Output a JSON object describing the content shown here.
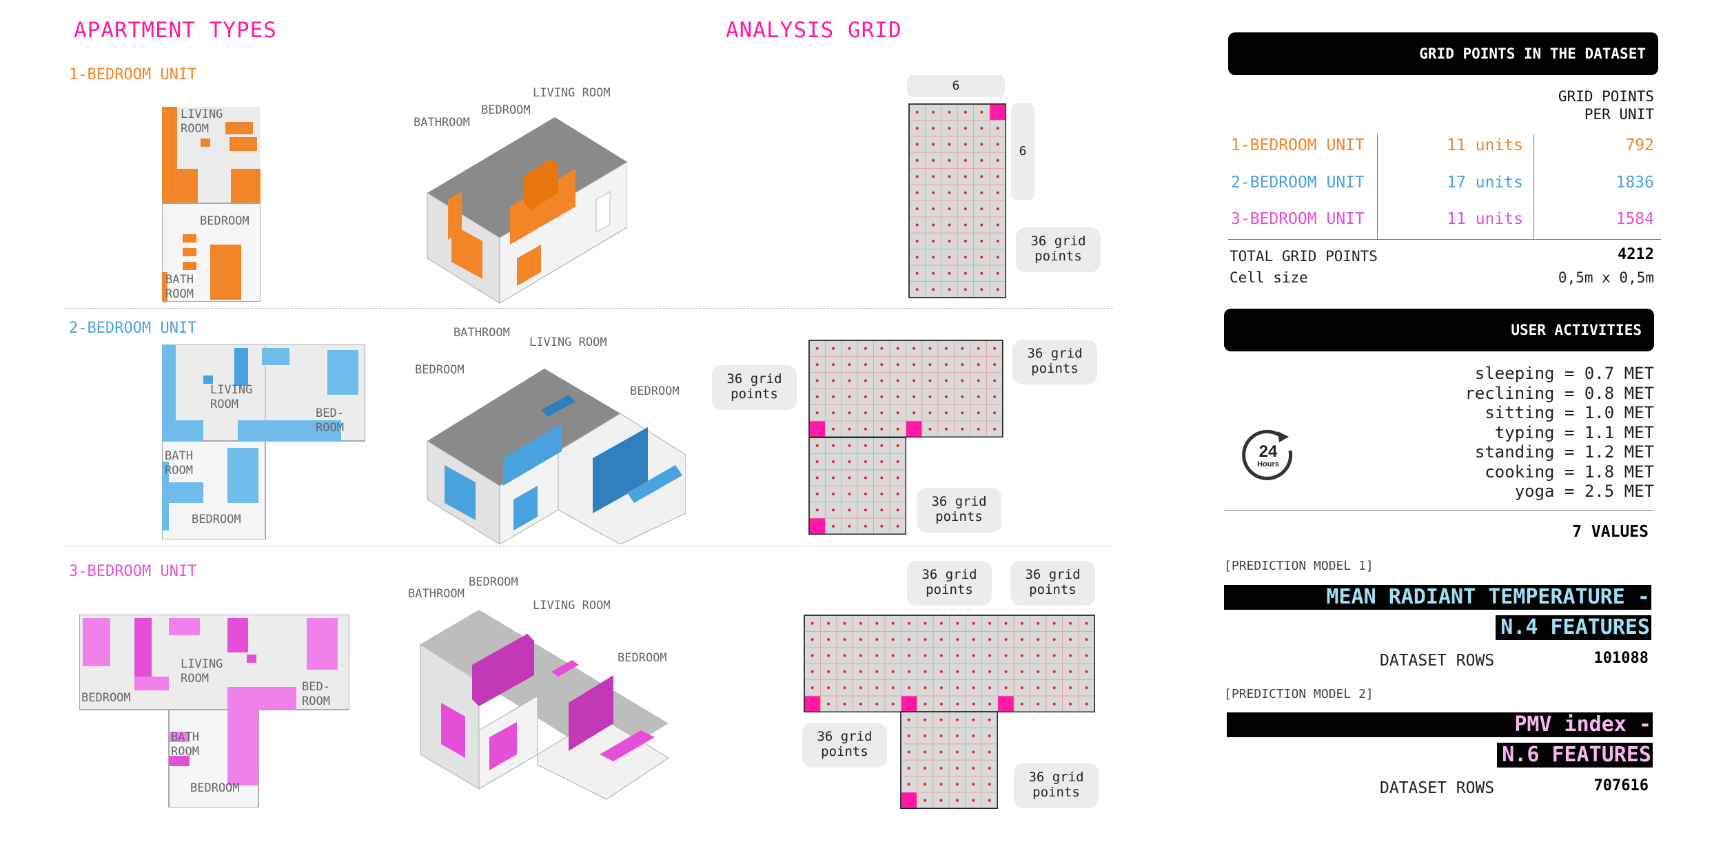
{
  "left": {
    "apartment_title": "APARTMENT TYPES",
    "grid_title": "ANALYSIS GRID",
    "unit1": {
      "title": "1-BEDROOM UNIT",
      "color": "#f28527",
      "plan_labels": [
        "LIVING\nROOM",
        "BEDROOM",
        "BATH\nROOM"
      ],
      "iso_labels": [
        "BATHROOM",
        "BEDROOM",
        "LIVING ROOM"
      ],
      "grid_col_count": "6",
      "grid_row_count": "6",
      "grid_note": "36 grid\npoints"
    },
    "unit2": {
      "title": "2-BEDROOM UNIT",
      "color": "#4aa3df",
      "plan_labels": [
        "LIVING\nROOM",
        "BED-\nROOM",
        "BATH\nROOM",
        "BEDROOM"
      ],
      "iso_labels": [
        "BATHROOM",
        "LIVING ROOM",
        "BEDROOM",
        "BEDROOM"
      ],
      "grid_notes": [
        "36 grid\npoints",
        "36 grid\npoints",
        "36 grid\npoints"
      ]
    },
    "unit3": {
      "title": "3-BEDROOM UNIT",
      "color": "#e54fd8",
      "plan_labels": [
        "LIVING\nROOM",
        "BEDROOM",
        "BED-\nROOM",
        "BATH\nROOM",
        "BEDROOM"
      ],
      "iso_labels": [
        "BEDROOM",
        "BATHROOM",
        "LIVING ROOM",
        "BEDROOM"
      ],
      "grid_notes": [
        "36 grid\npoints",
        "36 grid\npoints",
        "36 grid\npoints",
        "36 grid\npoints"
      ]
    }
  },
  "dataset": {
    "bar_title": "GRID POINTS IN THE DATASET",
    "col_header": "GRID POINTS\nPER UNIT",
    "rows": [
      {
        "name": "1-BEDROOM UNIT",
        "units": "11 units",
        "points": "792",
        "color": "#f28527"
      },
      {
        "name": "2-BEDROOM UNIT",
        "units": "17 units",
        "points": "1836",
        "color": "#4aa3df"
      },
      {
        "name": "3-BEDROOM UNIT",
        "units": "11 units",
        "points": "1584",
        "color": "#e54fd8"
      }
    ],
    "total_label": "TOTAL GRID POINTS",
    "total_value": "4212",
    "cell_label": "Cell size",
    "cell_value": "0,5m x 0,5m"
  },
  "activities": {
    "bar_title": "USER ACTIVITIES",
    "icon_text": "24",
    "icon_subtext": "Hours",
    "items": [
      "sleeping = 0.7 MET",
      "reclining = 0.8 MET",
      "sitting = 1.0 MET",
      "typing = 1.1 MET",
      "standing = 1.2 MET",
      "cooking = 1.8 MET",
      "yoga = 2.5 MET"
    ],
    "values_label": "7 VALUES"
  },
  "models": [
    {
      "tag": "[PREDICTION MODEL 1]",
      "line1": "MEAN RADIANT TEMPERATURE -",
      "line2": "N.4 FEATURES",
      "color": "#9fe0f5",
      "rows_label": "DATASET ROWS",
      "rows_value": "101088"
    },
    {
      "tag": "[PREDICTION MODEL 2]",
      "line1": "PMV index -",
      "line2": "N.6 FEATURES",
      "color": "#f7b7ef",
      "rows_label": "DATASET ROWS",
      "rows_value": "707616"
    }
  ]
}
